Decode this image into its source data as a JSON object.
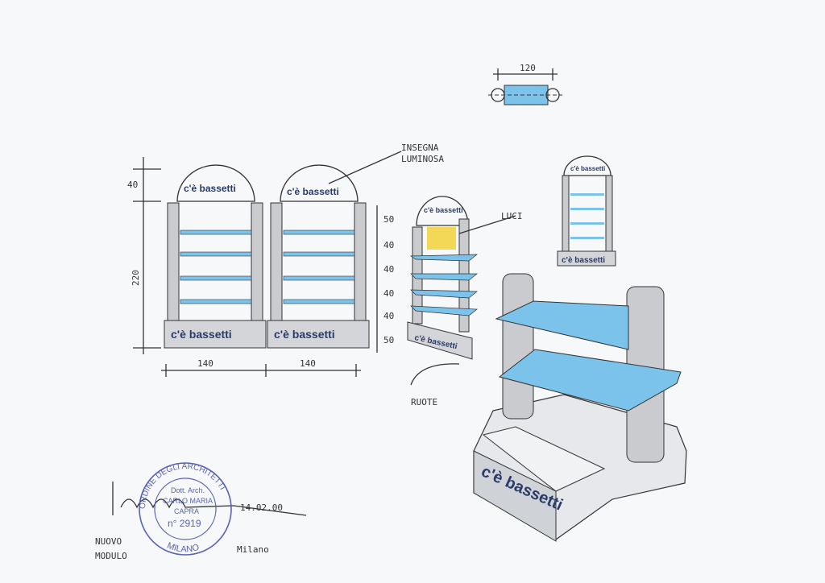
{
  "labels": {
    "sign": [
      "INSEGNA",
      "LUMINOSA"
    ],
    "lights": "LUCI",
    "wheels": "RUOTE",
    "new_module": [
      "NUOVO",
      "MODULO"
    ],
    "brand": "c'è bassetti"
  },
  "dimensions": {
    "top_width": "120",
    "arch_height": "40",
    "total_height": "220",
    "module_width_1": "140",
    "module_width_2": "140",
    "shelf_spacing": [
      "50",
      "40",
      "40",
      "40",
      "40",
      "50"
    ]
  },
  "signature": {
    "date": "14.02.00",
    "name_scrawl": "Milano"
  },
  "stamp": {
    "ring_top": "ORDINE DEGLI ARCHITETTI",
    "ring_bottom": "MILANO",
    "line1": "Dott. Arch.",
    "line2": "CARLO MARIA",
    "line3": "CAPRA",
    "line4": "n° 2919"
  },
  "colors": {
    "glass": "#7cc3ec",
    "logo_green": "#c8e04a",
    "lights": "#f2d23a",
    "stamp": "#5a62b0"
  }
}
